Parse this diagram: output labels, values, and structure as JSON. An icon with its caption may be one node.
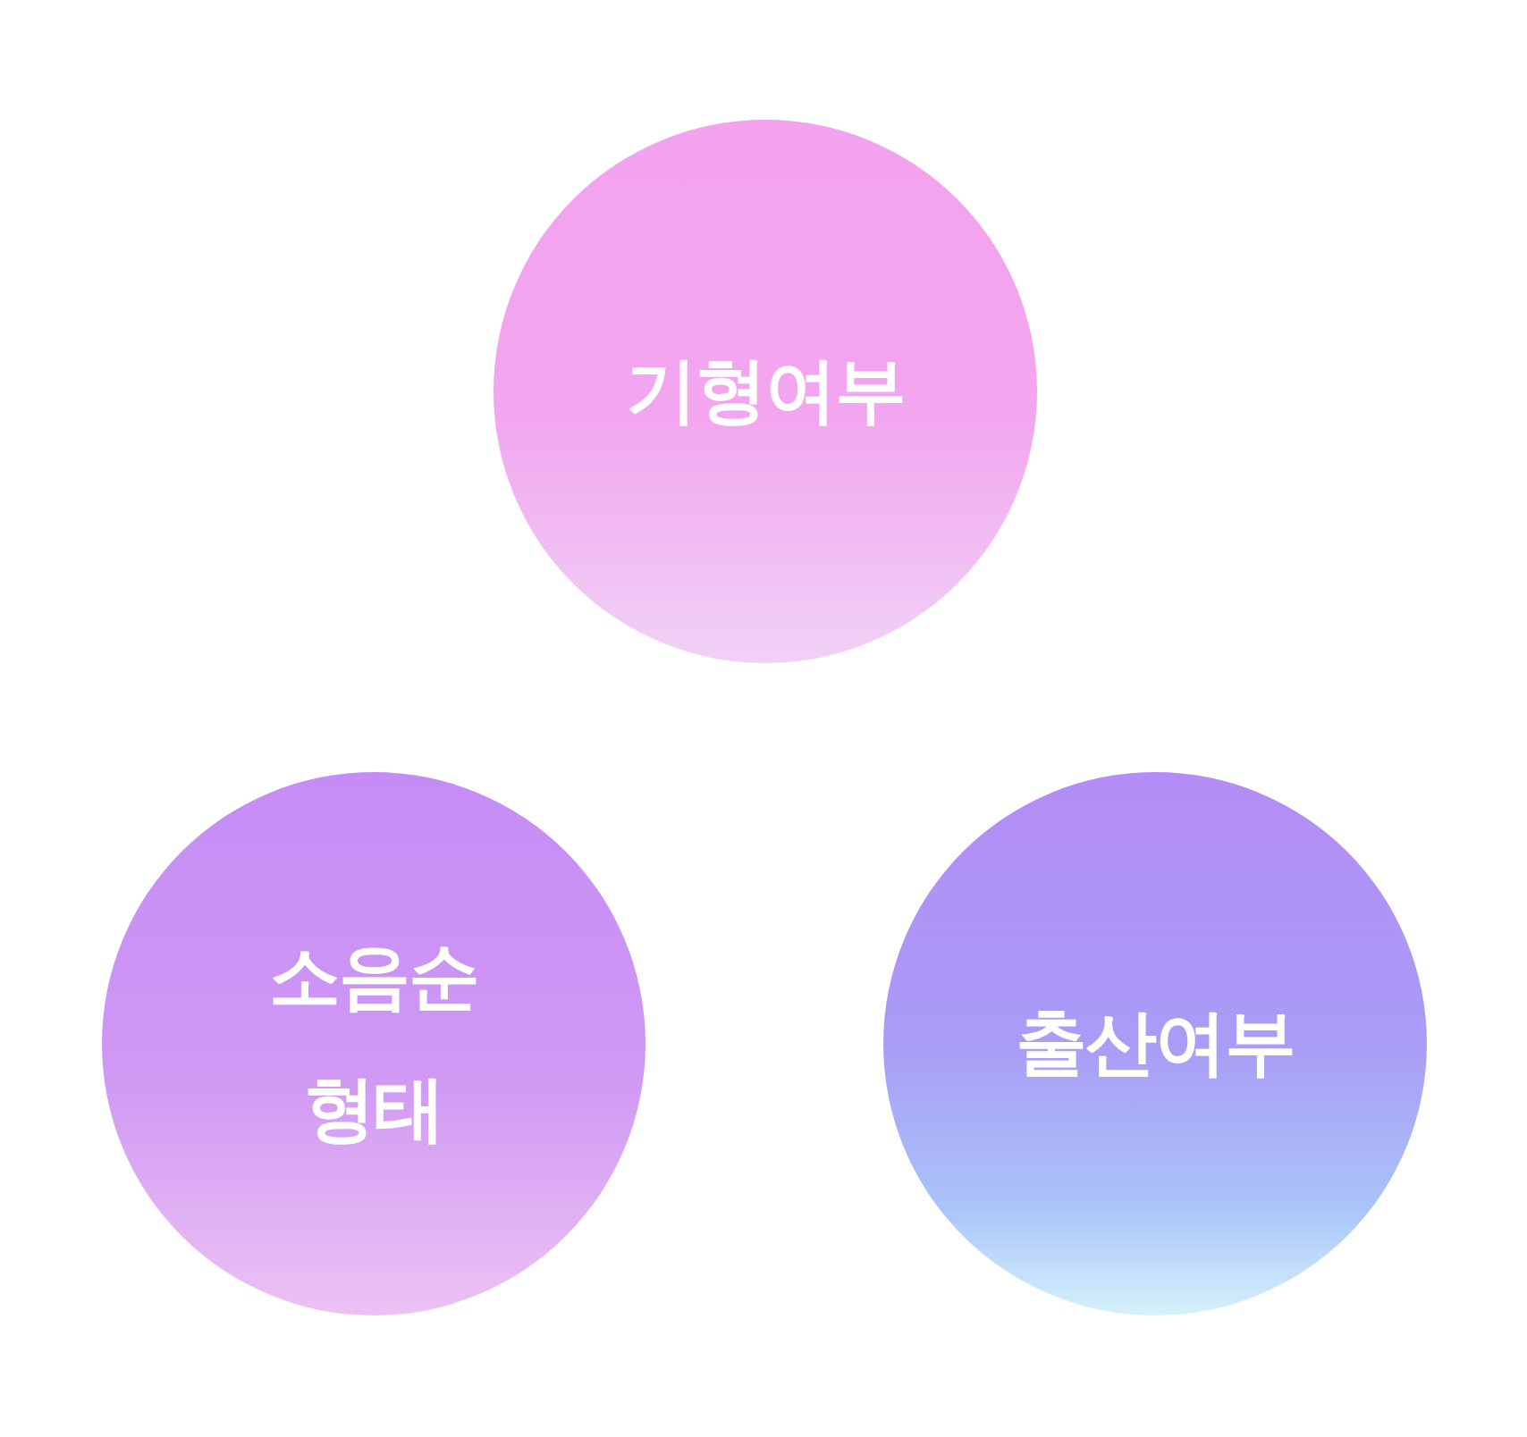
{
  "diagram": {
    "nodes": [
      {
        "text": [
          "기형여부"
        ]
      },
      {
        "text": [
          "소음순 형태"
        ]
      },
      {
        "text": [
          "출산여부"
        ]
      }
    ]
  }
}
